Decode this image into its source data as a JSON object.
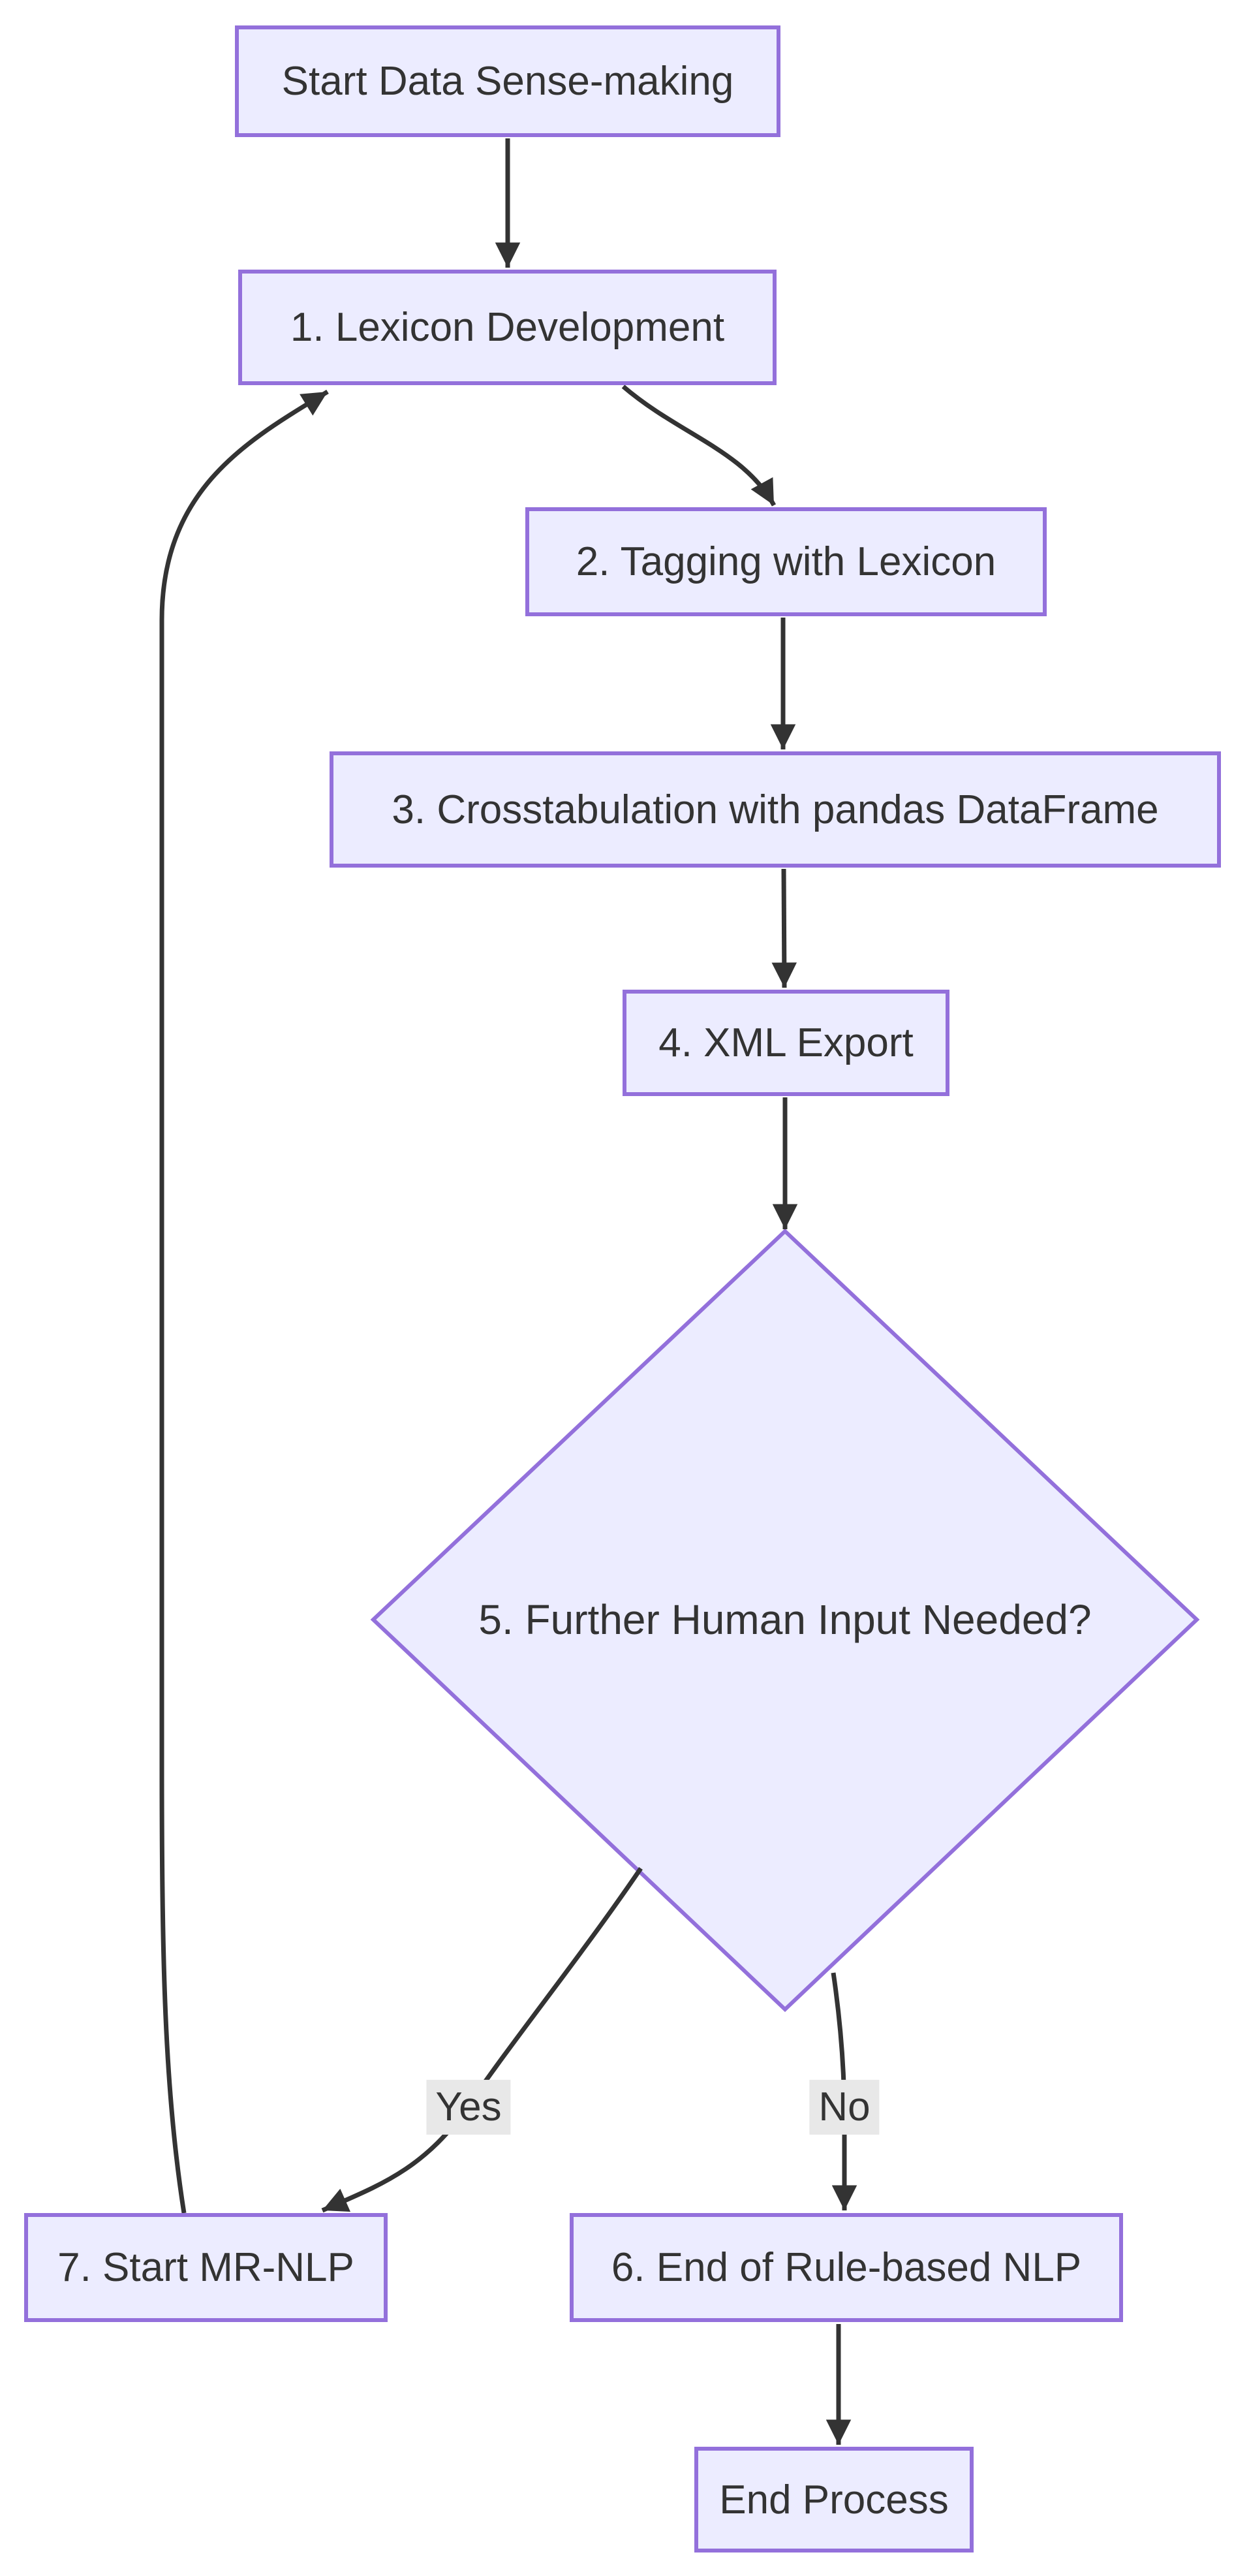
{
  "diagram": {
    "type": "flowchart",
    "direction": "top-down",
    "background_color": "#ffffff",
    "node_fill_color": "#ECECFF",
    "node_border_color": "#9370DB",
    "edge_color": "#333333",
    "text_color": "#333333",
    "edge_label_background": "#e8e8e8",
    "nodes": {
      "start": {
        "label": "Start Data Sense-making",
        "shape": "rect"
      },
      "s1": {
        "label": "1. Lexicon Development",
        "shape": "rect"
      },
      "s2": {
        "label": "2. Tagging with Lexicon",
        "shape": "rect"
      },
      "s3": {
        "label": "3. Crosstabulation with pandas DataFrame",
        "shape": "rect"
      },
      "s4": {
        "label": "4. XML Export",
        "shape": "rect"
      },
      "s5": {
        "label": "5. Further Human Input Needed?",
        "shape": "diamond"
      },
      "s6": {
        "label": "6. End of Rule-based NLP",
        "shape": "rect"
      },
      "s7": {
        "label": "7. Start MR-NLP",
        "shape": "rect"
      },
      "end": {
        "label": "End Process",
        "shape": "rect"
      }
    },
    "edges": [
      {
        "from": "start",
        "to": "s1",
        "label": ""
      },
      {
        "from": "s1",
        "to": "s2",
        "label": ""
      },
      {
        "from": "s2",
        "to": "s3",
        "label": ""
      },
      {
        "from": "s3",
        "to": "s4",
        "label": ""
      },
      {
        "from": "s4",
        "to": "s5",
        "label": ""
      },
      {
        "from": "s5",
        "to": "s7",
        "label": "Yes"
      },
      {
        "from": "s5",
        "to": "s6",
        "label": "No"
      },
      {
        "from": "s6",
        "to": "end",
        "label": ""
      },
      {
        "from": "s7",
        "to": "s1",
        "label": ""
      }
    ]
  }
}
